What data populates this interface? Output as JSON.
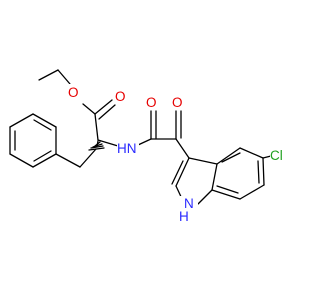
{
  "molecule": {
    "colors": {
      "carbon_bond": "#000000",
      "oxygen": "#e60000",
      "nitrogen": "#2a2aff",
      "chlorine": "#1fa01f",
      "background": "#ffffff"
    },
    "labels": {
      "ester_ether_oxygen": "O",
      "ester_carbonyl_oxygen": "O",
      "amide_nitrogen": "HN",
      "amide_carbonyl_oxygen": "O",
      "ketone_oxygen": "O",
      "chlorine": "Cl",
      "indole_nitrogen": "H",
      "indole_nitrogen_n": "N"
    }
  }
}
